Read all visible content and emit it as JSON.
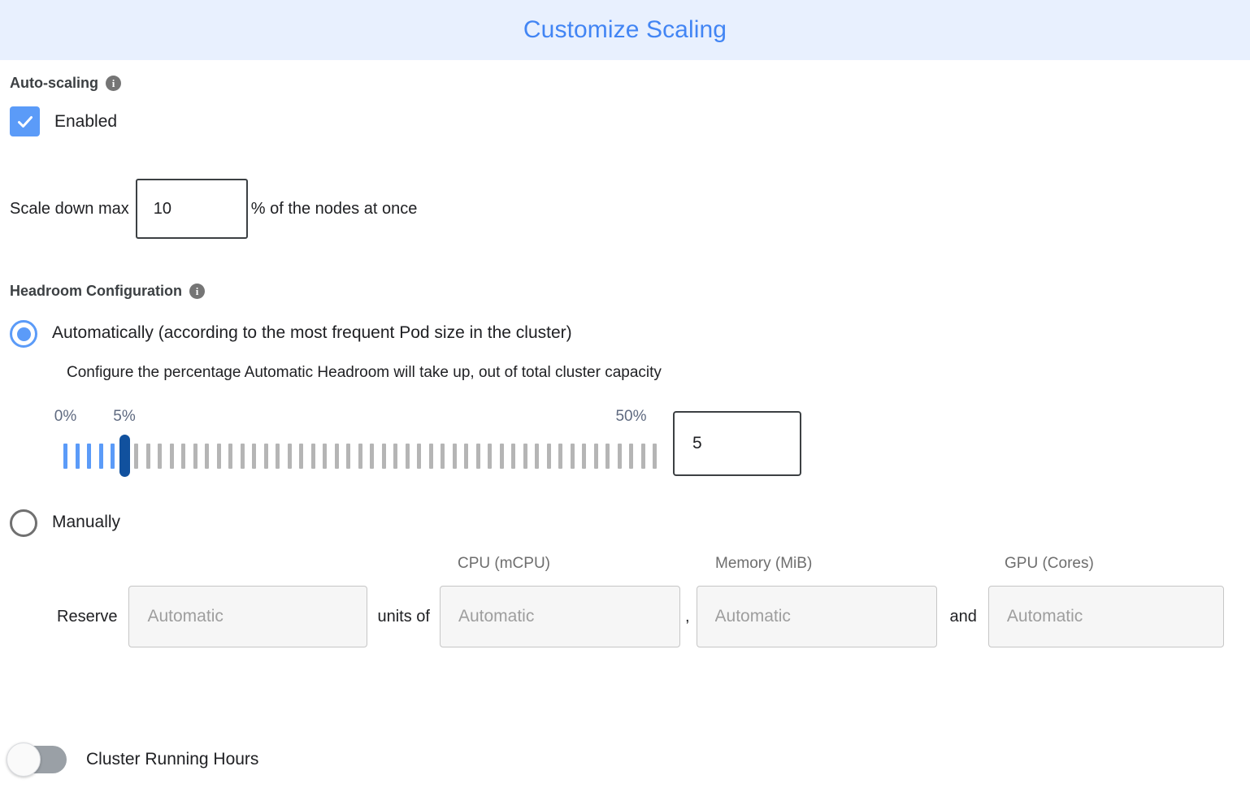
{
  "header": {
    "title": "Customize Scaling",
    "accent_color": "#4285f4",
    "background_color": "#e8f0fe"
  },
  "autoscaling": {
    "title": "Auto-scaling",
    "info_icon": "info-icon",
    "info_glyph": "i",
    "checkbox_label": "Enabled",
    "checked": true,
    "scale_down": {
      "prefix_label": "Scale down max",
      "value": "10",
      "suffix_label": "% of the nodes at once"
    }
  },
  "headroom": {
    "title": "Headroom Configuration",
    "info_glyph": "i",
    "automatic": {
      "label": "Automatically (according to the most frequent Pod size in the cluster)",
      "description": "Configure the percentage Automatic Headroom will take up, out of total cluster capacity",
      "selected": true
    },
    "slider": {
      "min_label": "0%",
      "current_label": "5%",
      "max_label": "50%",
      "min": 0,
      "max": 50,
      "value": 5,
      "tick_count": 51,
      "value_box": "5",
      "active_color": "#5b9bf8",
      "inactive_color": "#b5b5b5",
      "thumb_color": "#11519e"
    },
    "manual": {
      "label": "Manually",
      "selected": false,
      "reserve_label": "Reserve",
      "units_of_label": "units of",
      "comma_label": ",",
      "and_label": "and",
      "fields": [
        {
          "name": "units",
          "header": "",
          "placeholder": "Automatic",
          "value": ""
        },
        {
          "name": "cpu",
          "header": "CPU (mCPU)",
          "placeholder": "Automatic",
          "value": ""
        },
        {
          "name": "memory",
          "header": "Memory (MiB)",
          "placeholder": "Automatic",
          "value": ""
        },
        {
          "name": "gpu",
          "header": "GPU (Cores)",
          "placeholder": "Automatic",
          "value": ""
        }
      ]
    }
  },
  "cluster_running_hours": {
    "label": "Cluster Running Hours",
    "enabled": false
  }
}
